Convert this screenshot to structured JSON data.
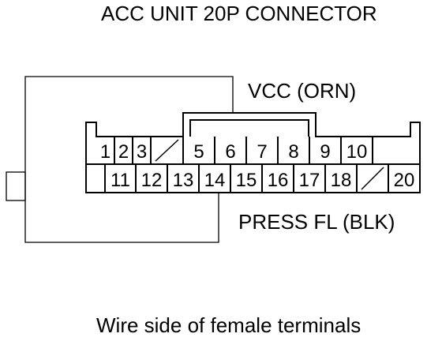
{
  "title": "ACC UNIT 20P CONNECTOR",
  "vcc_label": "VCC (ORN)",
  "press_label": "PRESS FL (BLK)",
  "caption": "Wire side of female terminals",
  "row_top": [
    "1",
    "2",
    "3",
    "",
    "5",
    "6",
    "7",
    "8",
    "9",
    "10",
    ""
  ],
  "row_bottom": [
    "",
    "11",
    "12",
    "13",
    "14",
    "15",
    "16",
    "17",
    "18",
    "",
    "20"
  ],
  "blank_slash_cells": {
    "top": [
      3
    ],
    "bottom": [
      9
    ]
  }
}
